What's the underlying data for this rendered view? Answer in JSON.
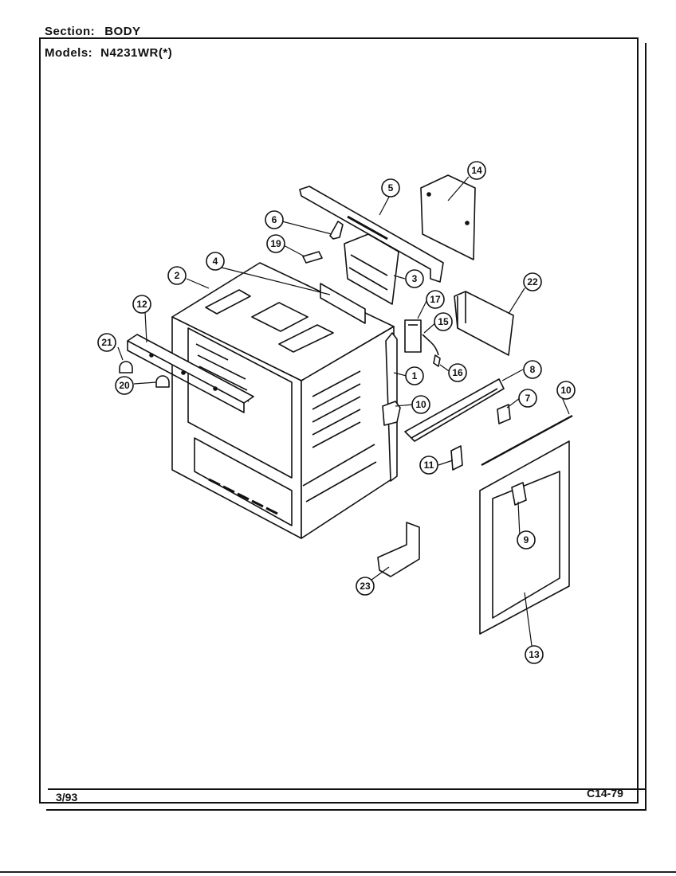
{
  "header": {
    "section_label": "Section:",
    "section_value": "BODY",
    "models_label": "Models:",
    "models_value": "N4231WR(*)"
  },
  "footer": {
    "date": "3/93",
    "code": "C14-79"
  },
  "callouts": [
    "1",
    "2",
    "3",
    "4",
    "5",
    "6",
    "7",
    "8",
    "9",
    "10",
    "10",
    "11",
    "12",
    "13",
    "14",
    "15",
    "16",
    "17",
    "19",
    "20",
    "21",
    "22",
    "23"
  ]
}
